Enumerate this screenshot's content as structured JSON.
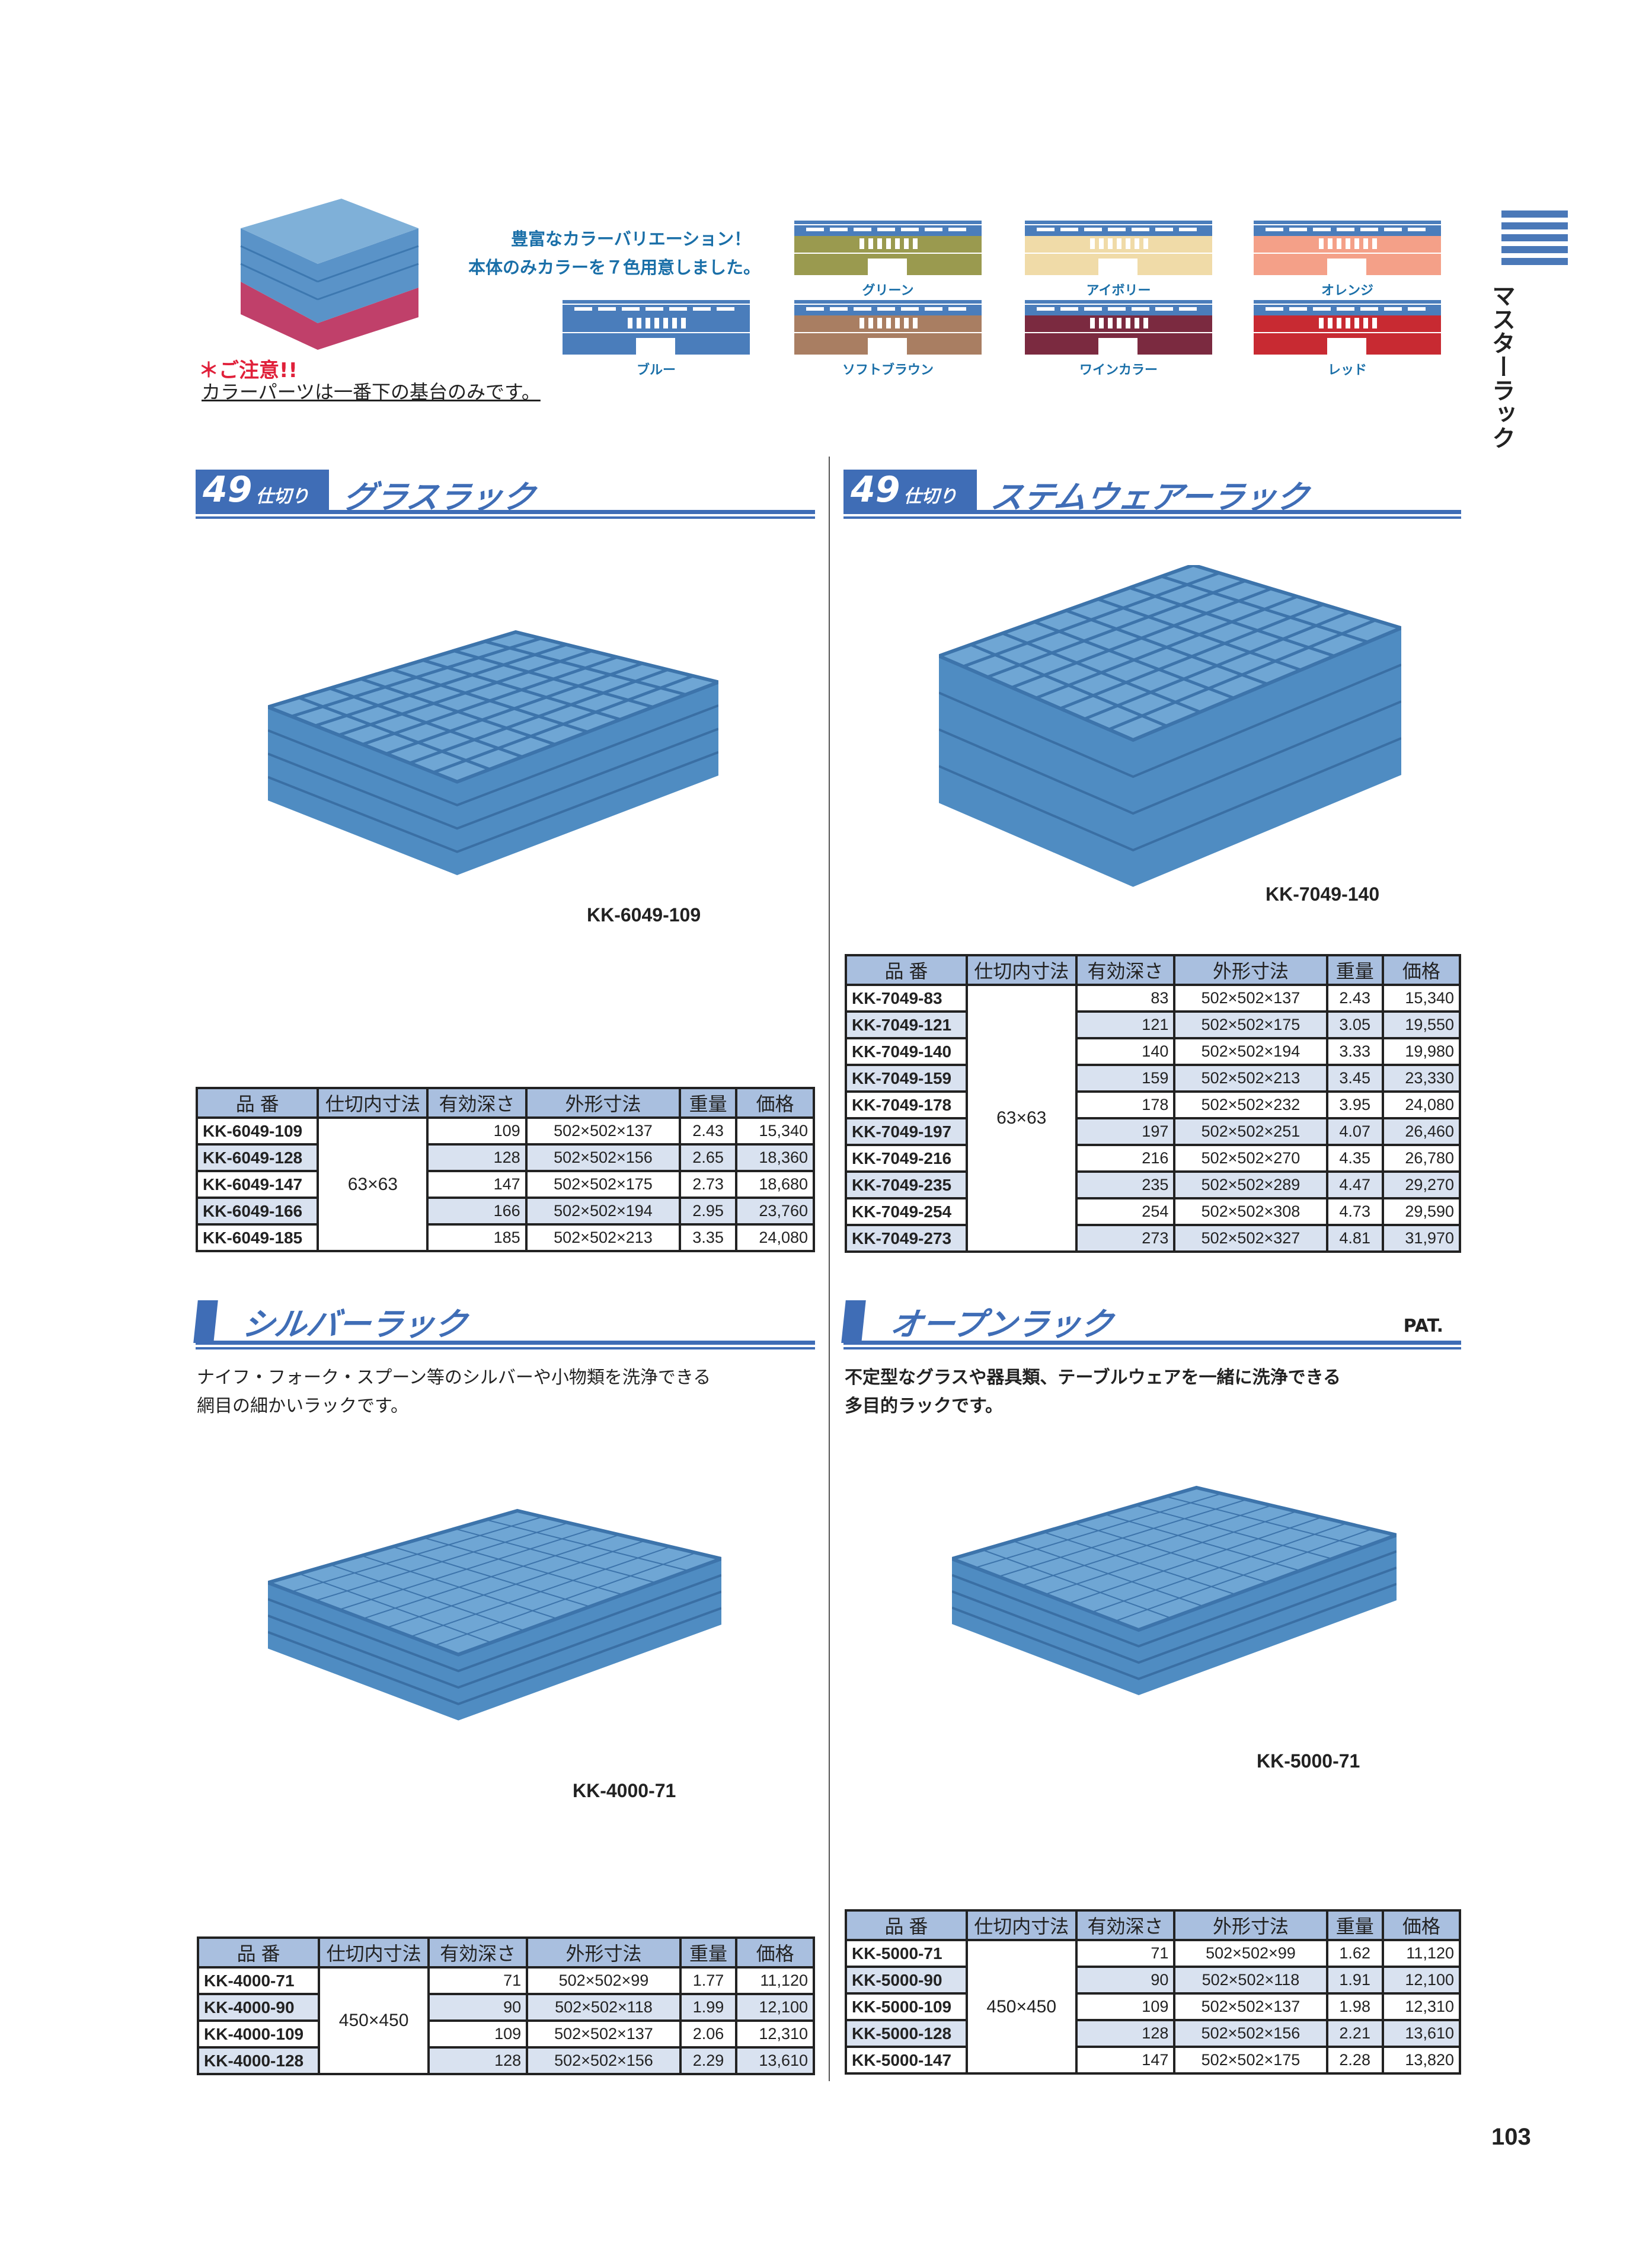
{
  "top": {
    "headline1": "豊富なカラーバリエーション！",
    "headline2": "本体のみカラーを７色用意しました。",
    "notice_title": "＊ご注意!!",
    "notice_text": "カラーパーツは一番下の基台のみです。",
    "colors": [
      {
        "label": "ブルー",
        "hex": "#4a7dbb"
      },
      {
        "label": "グリーン",
        "hex": "#9a9a4f"
      },
      {
        "label": "アイボリー",
        "hex": "#f0dba8"
      },
      {
        "label": "オレンジ",
        "hex": "#f4a088"
      },
      {
        "label": "ソフトブラウン",
        "hex": "#a97e62"
      },
      {
        "label": "ワインカラー",
        "hex": "#7b2a40"
      },
      {
        "label": "レッド",
        "hex": "#c82a32"
      }
    ]
  },
  "side_tab": "マスターラック",
  "headers": [
    "品 番",
    "仕切内寸法",
    "有効深さ",
    "外形寸法",
    "重量",
    "価格"
  ],
  "sections": {
    "glass": {
      "num": "49",
      "sub": "仕切り",
      "title": "グラスラック",
      "model": "KK-6049-109",
      "partition": "63×63",
      "rows": [
        [
          "KK-6049-109",
          "109",
          "502×502×137",
          "2.43",
          "15,340"
        ],
        [
          "KK-6049-128",
          "128",
          "502×502×156",
          "2.65",
          "18,360"
        ],
        [
          "KK-6049-147",
          "147",
          "502×502×175",
          "2.73",
          "18,680"
        ],
        [
          "KK-6049-166",
          "166",
          "502×502×194",
          "2.95",
          "23,760"
        ],
        [
          "KK-6049-185",
          "185",
          "502×502×213",
          "3.35",
          "24,080"
        ]
      ]
    },
    "stem": {
      "num": "49",
      "sub": "仕切り",
      "title": "ステムウェアーラック",
      "model": "KK-7049-140",
      "partition": "63×63",
      "rows": [
        [
          "KK-7049-83",
          "83",
          "502×502×137",
          "2.43",
          "15,340"
        ],
        [
          "KK-7049-121",
          "121",
          "502×502×175",
          "3.05",
          "19,550"
        ],
        [
          "KK-7049-140",
          "140",
          "502×502×194",
          "3.33",
          "19,980"
        ],
        [
          "KK-7049-159",
          "159",
          "502×502×213",
          "3.45",
          "23,330"
        ],
        [
          "KK-7049-178",
          "178",
          "502×502×232",
          "3.95",
          "24,080"
        ],
        [
          "KK-7049-197",
          "197",
          "502×502×251",
          "4.07",
          "26,460"
        ],
        [
          "KK-7049-216",
          "216",
          "502×502×270",
          "4.35",
          "26,780"
        ],
        [
          "KK-7049-235",
          "235",
          "502×502×289",
          "4.47",
          "29,270"
        ],
        [
          "KK-7049-254",
          "254",
          "502×502×308",
          "4.73",
          "29,590"
        ],
        [
          "KK-7049-273",
          "273",
          "502×502×327",
          "4.81",
          "31,970"
        ]
      ]
    },
    "silver": {
      "title": "シルバーラック",
      "desc1": "ナイフ・フォーク・スプーン等のシルバーや小物類を洗浄できる",
      "desc2": "網目の細かいラックです。",
      "model": "KK-4000-71",
      "partition": "450×450",
      "rows": [
        [
          "KK-4000-71",
          "71",
          "502×502×99",
          "1.77",
          "11,120"
        ],
        [
          "KK-4000-90",
          "90",
          "502×502×118",
          "1.99",
          "12,100"
        ],
        [
          "KK-4000-109",
          "109",
          "502×502×137",
          "2.06",
          "12,310"
        ],
        [
          "KK-4000-128",
          "128",
          "502×502×156",
          "2.29",
          "13,610"
        ]
      ]
    },
    "open": {
      "title": "オープンラック",
      "badge": "PAT.",
      "desc1": "不定型なグラスや器具類、テーブルウェアを一緒に洗浄できる",
      "desc2": "多目的ラックです。",
      "model": "KK-5000-71",
      "partition": "450×450",
      "rows": [
        [
          "KK-5000-71",
          "71",
          "502×502×99",
          "1.62",
          "11,120"
        ],
        [
          "KK-5000-90",
          "90",
          "502×502×118",
          "1.91",
          "12,100"
        ],
        [
          "KK-5000-109",
          "109",
          "502×502×137",
          "1.98",
          "12,310"
        ],
        [
          "KK-5000-128",
          "128",
          "502×502×156",
          "2.21",
          "13,610"
        ],
        [
          "KK-5000-147",
          "147",
          "502×502×175",
          "2.28",
          "13,820"
        ]
      ]
    }
  },
  "page_number": "103"
}
